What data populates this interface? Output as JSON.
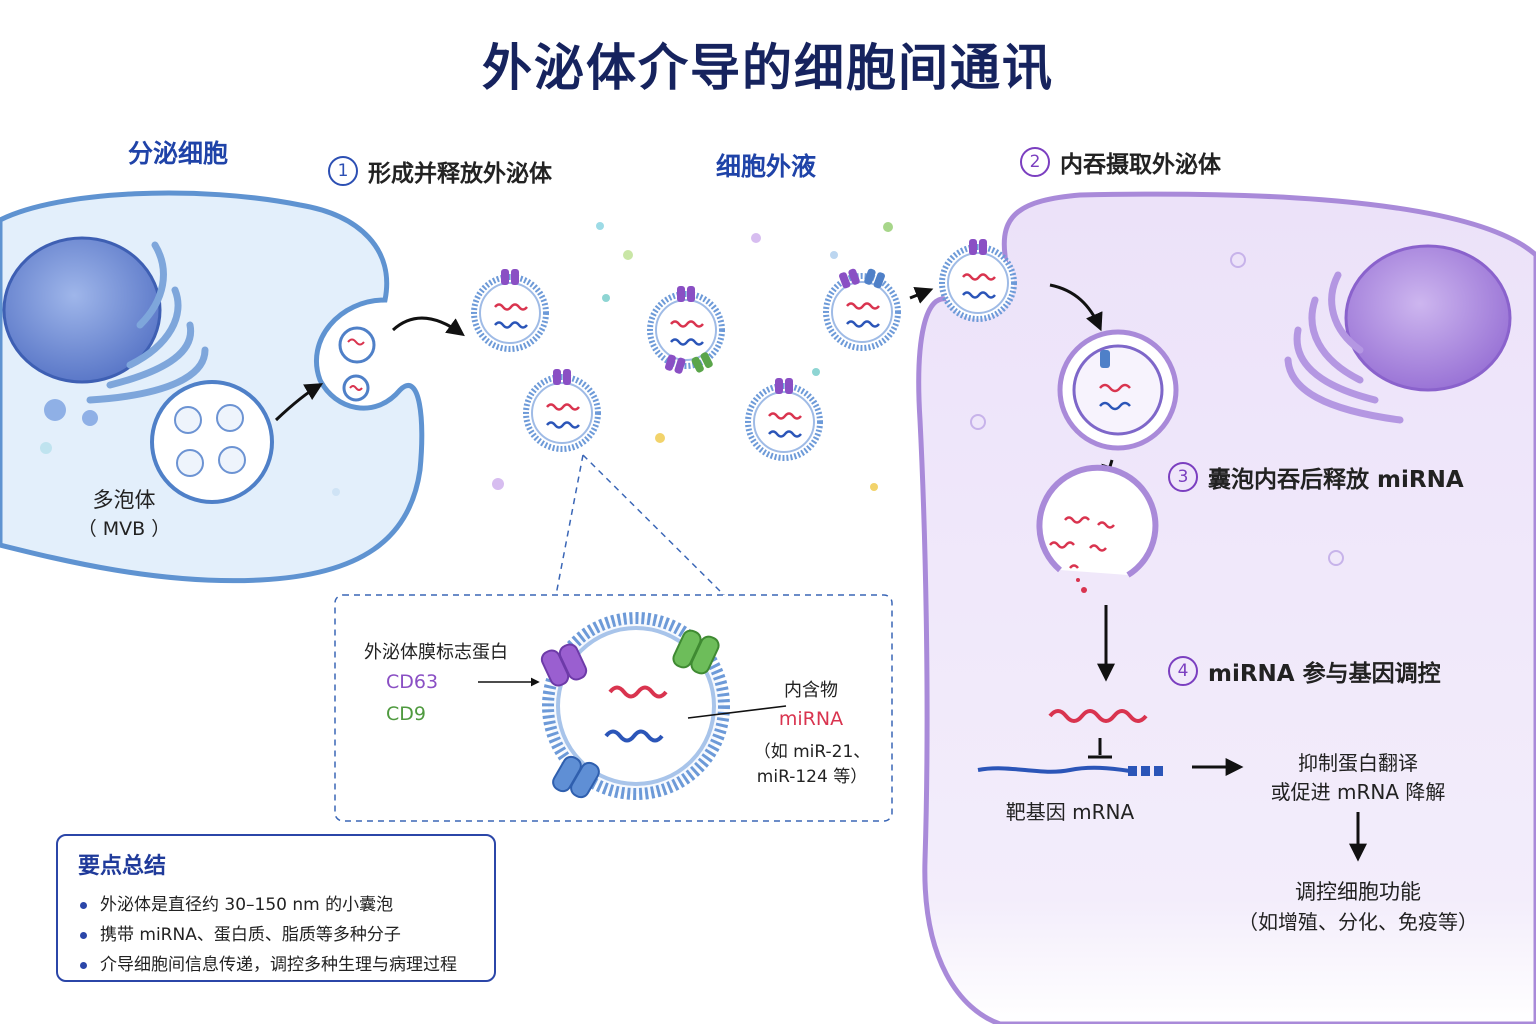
{
  "title": "外泌体介导的细胞间通讯",
  "regions": {
    "secretory_cell": "分泌细胞",
    "extracellular_fluid": "细胞外液"
  },
  "steps": [
    {
      "num": "1",
      "label": "形成并释放外泌体"
    },
    {
      "num": "2",
      "label": "内吞摄取外泌体"
    },
    {
      "num": "3",
      "label": "囊泡内吞后释放 miRNA"
    },
    {
      "num": "4",
      "label": "miRNA 参与基因调控"
    }
  ],
  "mvb": {
    "line1": "多泡体",
    "line2": "（ MVB ）"
  },
  "inset": {
    "markers_title": "外泌体膜标志蛋白",
    "marker_cd63": "CD63",
    "marker_cd9": "CD9",
    "cargo_title": "内含物",
    "cargo_mirna": "miRNA",
    "cargo_examples_1": "（如 miR-21、",
    "cargo_examples_2": "miR-124 等）"
  },
  "target_mrna": "靶基因 mRNA",
  "outcome": {
    "line1": "抑制蛋白翻译",
    "line2": "或促进 mRNA 降解"
  },
  "function": {
    "line1": "调控细胞功能",
    "line2": "（如增殖、分化、免疫等）"
  },
  "summary": {
    "title": "要点总结",
    "items": [
      "外泌体是直径约 30–150 nm 的小囊泡",
      "携带 miRNA、蛋白质、脂质等多种分子",
      "介导细胞间信息传递，调控多种生理与病理过程"
    ]
  },
  "colors": {
    "title": "#16235e",
    "secretory_cell_fill": "#e3effb",
    "secretory_cell_stroke": "#5f93d1",
    "recipient_cell_fill": "#efe7fa",
    "recipient_cell_stroke": "#a98ad9",
    "cd63": "#8a4fc4",
    "cd9": "#5aa54a",
    "mirna_red": "#d9344f",
    "mrna_blue": "#2b55b8"
  }
}
